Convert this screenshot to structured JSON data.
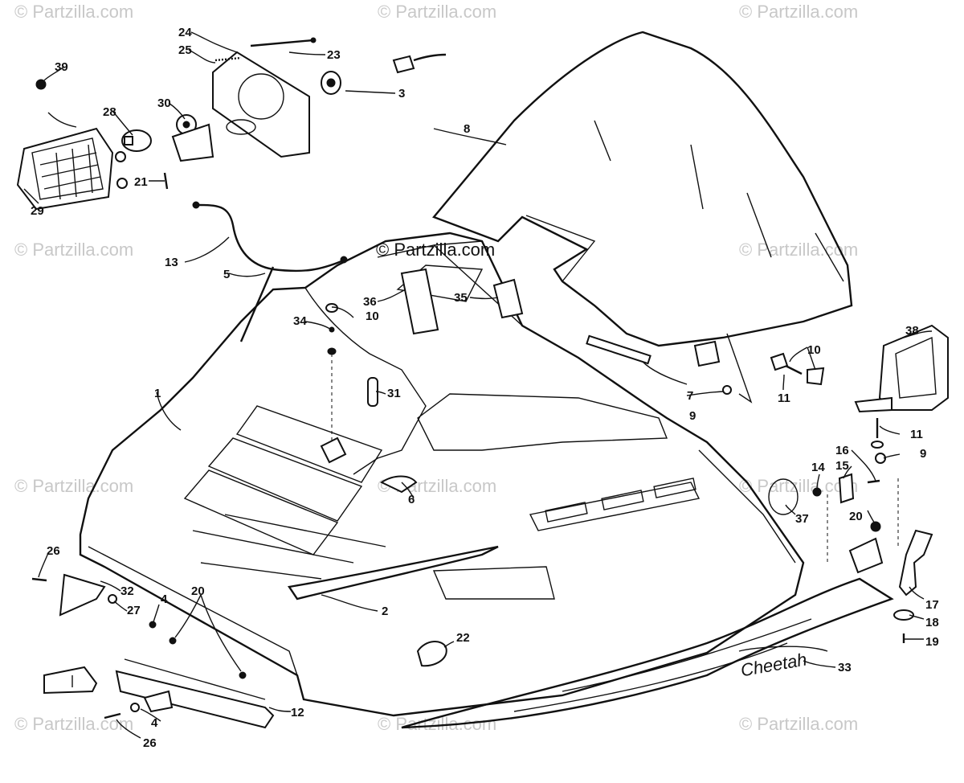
{
  "watermarks": [
    "© Partzilla.com",
    "© Partzilla.com",
    "© Partzilla.com",
    "© Partzilla.com",
    "© Partzilla.com",
    "© Partzilla.com",
    "© Partzilla.com",
    "© Partzilla.com",
    "© Partzilla.com",
    "© Partzilla.com",
    "© Partzilla.com"
  ],
  "center_watermark": "© Partzilla.com",
  "decal_text": "Cheetah",
  "callouts": [
    {
      "id": "c1",
      "text": "1"
    },
    {
      "id": "c2",
      "text": "2"
    },
    {
      "id": "c3",
      "text": "3"
    },
    {
      "id": "c4a",
      "text": "4"
    },
    {
      "id": "c4b",
      "text": "4"
    },
    {
      "id": "c5",
      "text": "5"
    },
    {
      "id": "c6",
      "text": "6"
    },
    {
      "id": "c7",
      "text": "7"
    },
    {
      "id": "c8",
      "text": "8"
    },
    {
      "id": "c9a",
      "text": "9"
    },
    {
      "id": "c9b",
      "text": "9"
    },
    {
      "id": "c10a",
      "text": "10"
    },
    {
      "id": "c10b",
      "text": "10"
    },
    {
      "id": "c11a",
      "text": "11"
    },
    {
      "id": "c11b",
      "text": "11"
    },
    {
      "id": "c12",
      "text": "12"
    },
    {
      "id": "c13",
      "text": "13"
    },
    {
      "id": "c14",
      "text": "14"
    },
    {
      "id": "c15",
      "text": "15"
    },
    {
      "id": "c16",
      "text": "16"
    },
    {
      "id": "c17",
      "text": "17"
    },
    {
      "id": "c18",
      "text": "18"
    },
    {
      "id": "c19",
      "text": "19"
    },
    {
      "id": "c20a",
      "text": "20"
    },
    {
      "id": "c20b",
      "text": "20"
    },
    {
      "id": "c21",
      "text": "21"
    },
    {
      "id": "c22",
      "text": "22"
    },
    {
      "id": "c23",
      "text": "23"
    },
    {
      "id": "c24",
      "text": "24"
    },
    {
      "id": "c25",
      "text": "25"
    },
    {
      "id": "c26a",
      "text": "26"
    },
    {
      "id": "c26b",
      "text": "26"
    },
    {
      "id": "c27",
      "text": "27"
    },
    {
      "id": "c28",
      "text": "28"
    },
    {
      "id": "c29",
      "text": "29"
    },
    {
      "id": "c30",
      "text": "30"
    },
    {
      "id": "c31",
      "text": "31"
    },
    {
      "id": "c32",
      "text": "32"
    },
    {
      "id": "c33",
      "text": "33"
    },
    {
      "id": "c34",
      "text": "34"
    },
    {
      "id": "c35",
      "text": "35"
    },
    {
      "id": "c36",
      "text": "36"
    },
    {
      "id": "c37",
      "text": "37"
    },
    {
      "id": "c38",
      "text": "38"
    },
    {
      "id": "c39",
      "text": "39"
    }
  ]
}
